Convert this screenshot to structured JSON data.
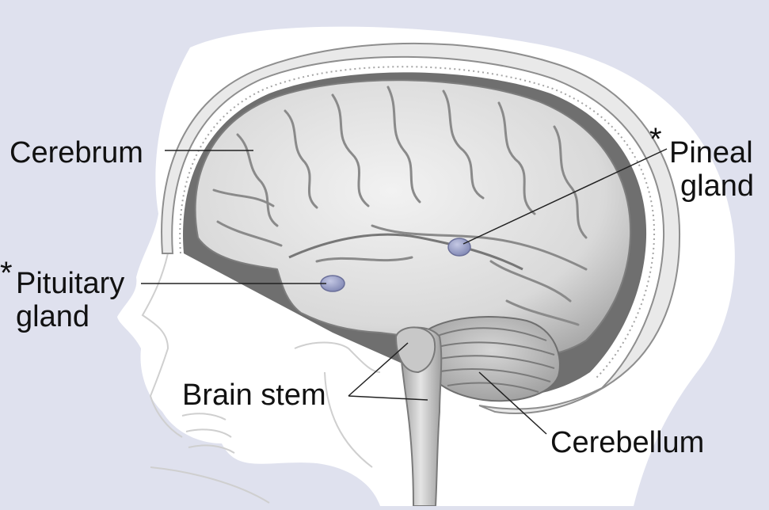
{
  "diagram": {
    "background_color": "#dfe1ee",
    "highlight_color": "#9fa5c8",
    "labels": {
      "cerebrum": "Cerebrum",
      "pineal_marker": "*",
      "pineal_line1": "Pineal",
      "pineal_line2": "gland",
      "pituitary_marker": "*",
      "pituitary_line1": "Pituitary",
      "pituitary_line2": "gland",
      "brain_stem": "Brain stem",
      "cerebellum": "Cerebellum"
    }
  }
}
